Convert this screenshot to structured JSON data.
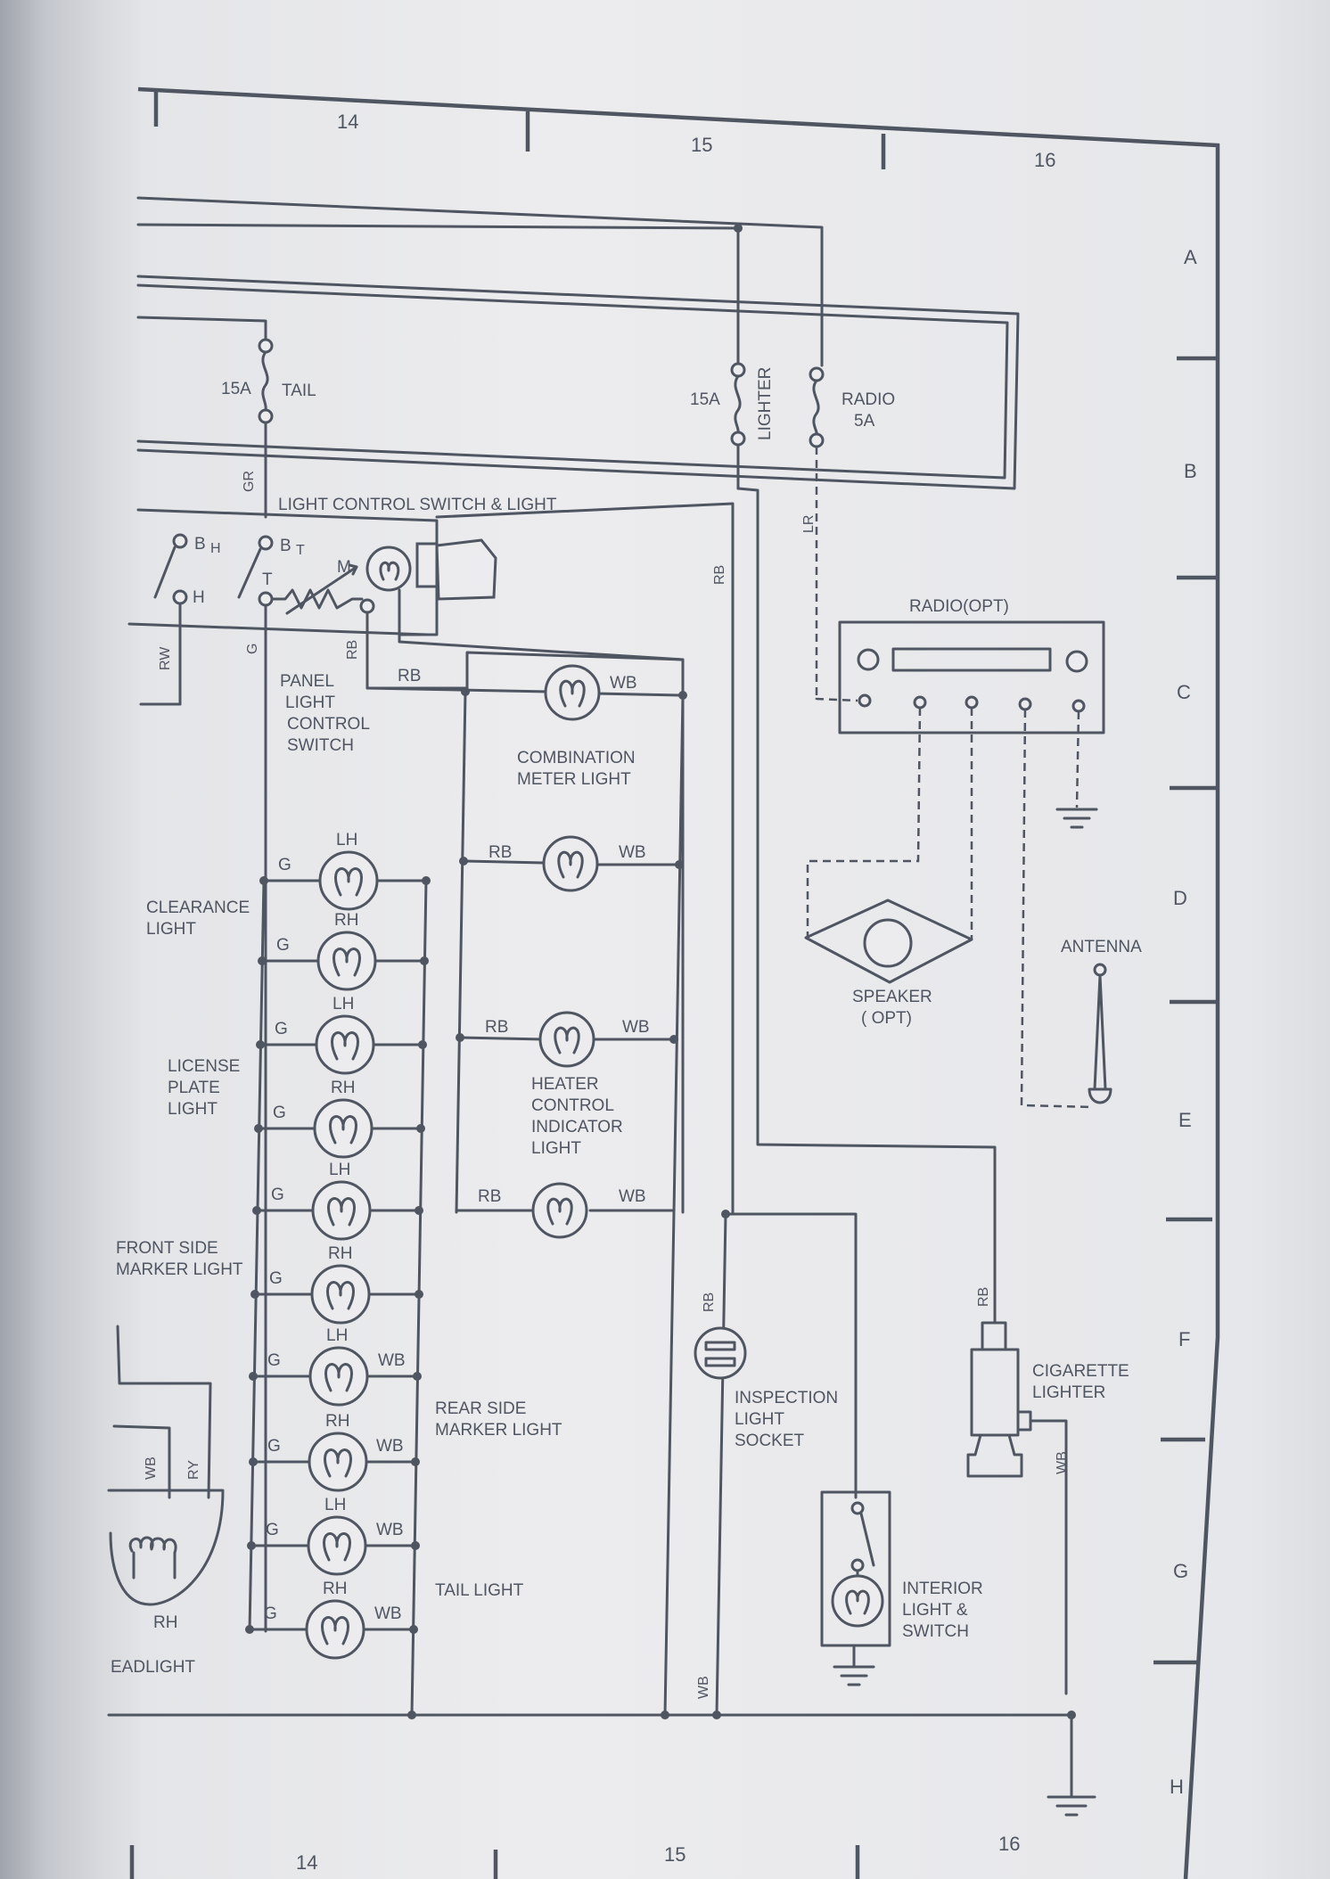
{
  "grid": {
    "columns_top": [
      "14",
      "15",
      "16"
    ],
    "columns_bottom": [
      "14",
      "15",
      "16"
    ],
    "rows": [
      "A",
      "B",
      "C",
      "D",
      "E",
      "F",
      "G",
      "H"
    ]
  },
  "fuses": {
    "tail": {
      "amp": "15A",
      "name": "TAIL"
    },
    "lighter": {
      "amp": "15A",
      "name": "LIGHTER"
    },
    "radio": {
      "name": "RADIO",
      "amp": "5A"
    }
  },
  "wires": {
    "gr": "GR",
    "rb": "RB",
    "lr": "LR",
    "rw": "RW",
    "g": "G",
    "wb": "WB",
    "ry": "RY"
  },
  "components": {
    "light_control_switch": "LIGHT CONTROL SWITCH & LIGHT",
    "switch_terminals": {
      "bh": "B",
      "bh_sub": "H",
      "h": "H",
      "bt": "B",
      "bt_sub": "T",
      "t": "T",
      "m": "M"
    },
    "panel_light_control_switch": [
      "PANEL",
      "LIGHT",
      "CONTROL",
      "SWITCH"
    ],
    "combination_meter_light": [
      "COMBINATION",
      "METER LIGHT"
    ],
    "heater_control_indicator_light": [
      "HEATER",
      "CONTROL",
      "INDICATOR",
      "LIGHT"
    ],
    "clearance_light": [
      "CLEARANCE",
      "LIGHT"
    ],
    "license_plate_light": [
      "LICENSE",
      "PLATE",
      "LIGHT"
    ],
    "front_side_marker_light": [
      "FRONT SIDE",
      "MARKER LIGHT"
    ],
    "rear_side_marker_light": [
      "REAR SIDE",
      "MARKER LIGHT"
    ],
    "tail_light": "TAIL LIGHT",
    "headlight": "EADLIGHT",
    "headlight_side": "RH",
    "radio": "RADIO(OPT)",
    "speaker": [
      "SPEAKER",
      "( OPT)"
    ],
    "antenna": "ANTENNA",
    "inspection_light_socket": [
      "INSPECTION",
      "LIGHT",
      "SOCKET"
    ],
    "interior_light_switch": [
      "INTERIOR",
      "LIGHT &",
      "SWITCH"
    ],
    "cigarette_lighter": [
      "CIGARETTE",
      "LIGHTER"
    ]
  },
  "lamp_sides": {
    "lh": "LH",
    "rh": "RH"
  }
}
